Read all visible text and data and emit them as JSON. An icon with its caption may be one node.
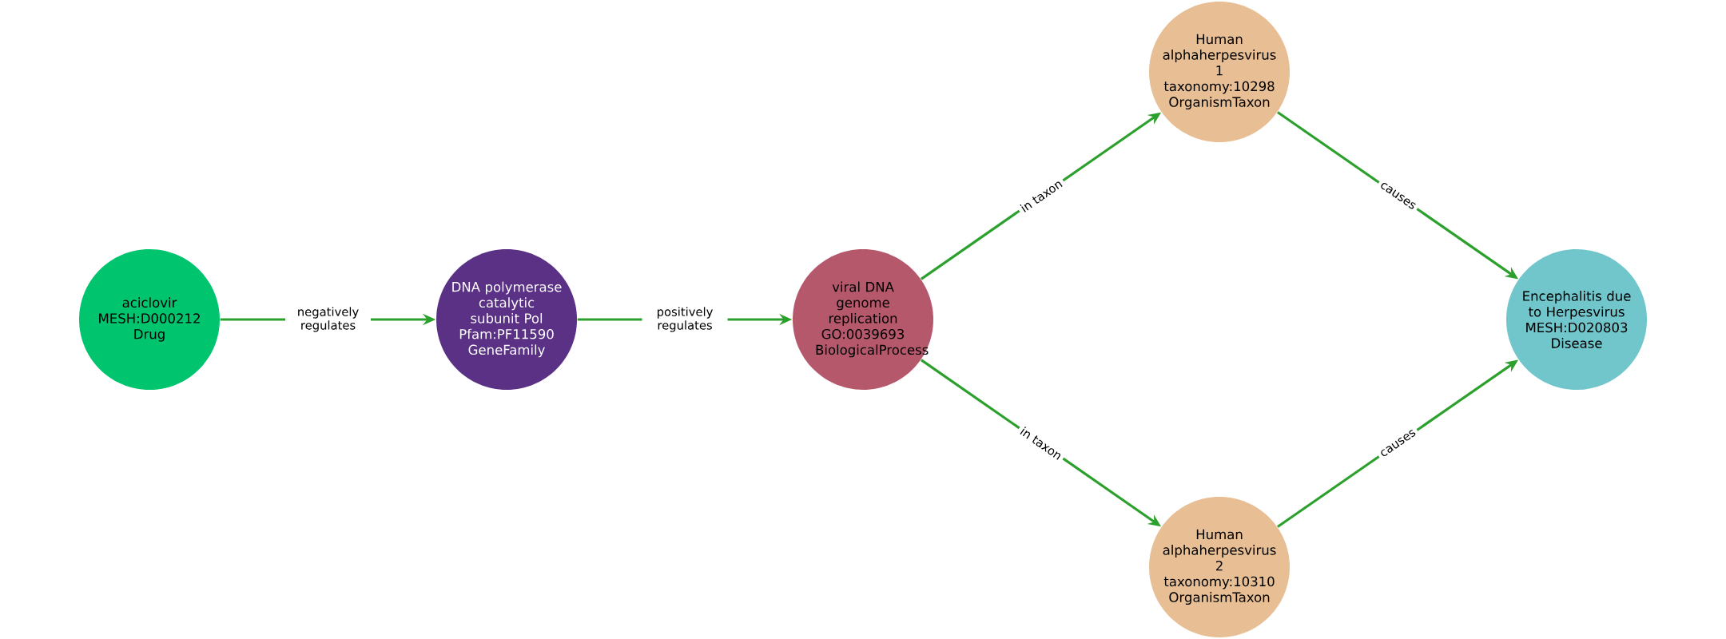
{
  "diagram": {
    "nodes": [
      {
        "text": [
          "aciclovir",
          "MESH:D000212",
          "Drug"
        ]
      },
      {
        "text": [
          "DNA polymerase catalytic subunit Pol",
          "Pfam:PF11590",
          "GeneFamily"
        ]
      },
      {
        "text": [
          "viral DNA genome replication",
          "GO:0039693",
          "BiologicalProcess"
        ]
      },
      {
        "text": [
          "Human alphaherpesvirus 1",
          "taxonomy:10298",
          "OrganismTaxon"
        ]
      },
      {
        "text": [
          "Human alphaherpesvirus 2",
          "taxonomy:10310",
          "OrganismTaxon"
        ]
      },
      {
        "text": [
          "Encephalitis due to Herpesvirus",
          "MESH:D020803",
          "Disease"
        ]
      }
    ],
    "edges": [
      {
        "from": 0,
        "to": 1,
        "arrow": "to",
        "label": "negatively regulates"
      },
      {
        "from": 1,
        "to": 2,
        "arrow": "to",
        "label": "positively regulates"
      },
      {
        "from": 2,
        "to": 3,
        "arrow": "to",
        "label": "in taxon"
      },
      {
        "from": 2,
        "to": 4,
        "arrow": "to",
        "label": "in taxon"
      },
      {
        "from": 3,
        "to": 5,
        "arrow": "to",
        "label": "causes"
      },
      {
        "from": 4,
        "to": 5,
        "arrow": "to",
        "label": "causes"
      }
    ]
  }
}
